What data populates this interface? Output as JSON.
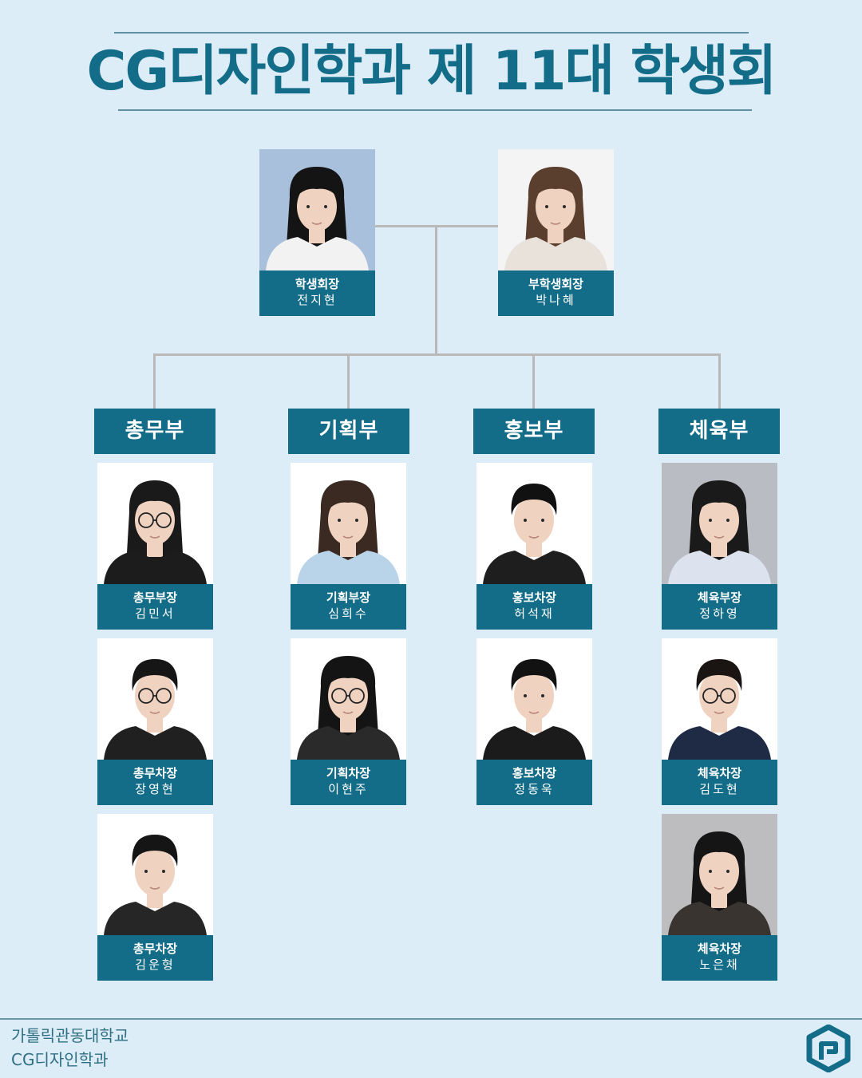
{
  "header": {
    "title": "CG디자인학과 제 11대 학생회"
  },
  "leaders": [
    {
      "role": "학생회장",
      "name": "전지현"
    },
    {
      "role": "부학생회장",
      "name": "박나혜"
    }
  ],
  "departments": [
    {
      "name": "총무부",
      "members": [
        {
          "role": "총무부장",
          "name": "김민서"
        },
        {
          "role": "총무차장",
          "name": "장영현"
        },
        {
          "role": "총무차장",
          "name": "김운형"
        }
      ]
    },
    {
      "name": "기획부",
      "members": [
        {
          "role": "기획부장",
          "name": "심희수"
        },
        {
          "role": "기획차장",
          "name": "이현주"
        }
      ]
    },
    {
      "name": "홍보부",
      "members": [
        {
          "role": "홍보차장",
          "name": "허석재"
        },
        {
          "role": "홍보차장",
          "name": "정동욱"
        }
      ]
    },
    {
      "name": "체육부",
      "members": [
        {
          "role": "체육부장",
          "name": "정하영"
        },
        {
          "role": "체육차장",
          "name": "김도현"
        },
        {
          "role": "체육차장",
          "name": "노은채"
        }
      ]
    }
  ],
  "footer": {
    "university": "가톨릭관동대학교",
    "department": "CG디자인학과",
    "logo_icon": "department-logo-icon"
  },
  "colors": {
    "background": "#dcedf8",
    "accent": "#146d88",
    "connector": "#b9b9b9"
  }
}
